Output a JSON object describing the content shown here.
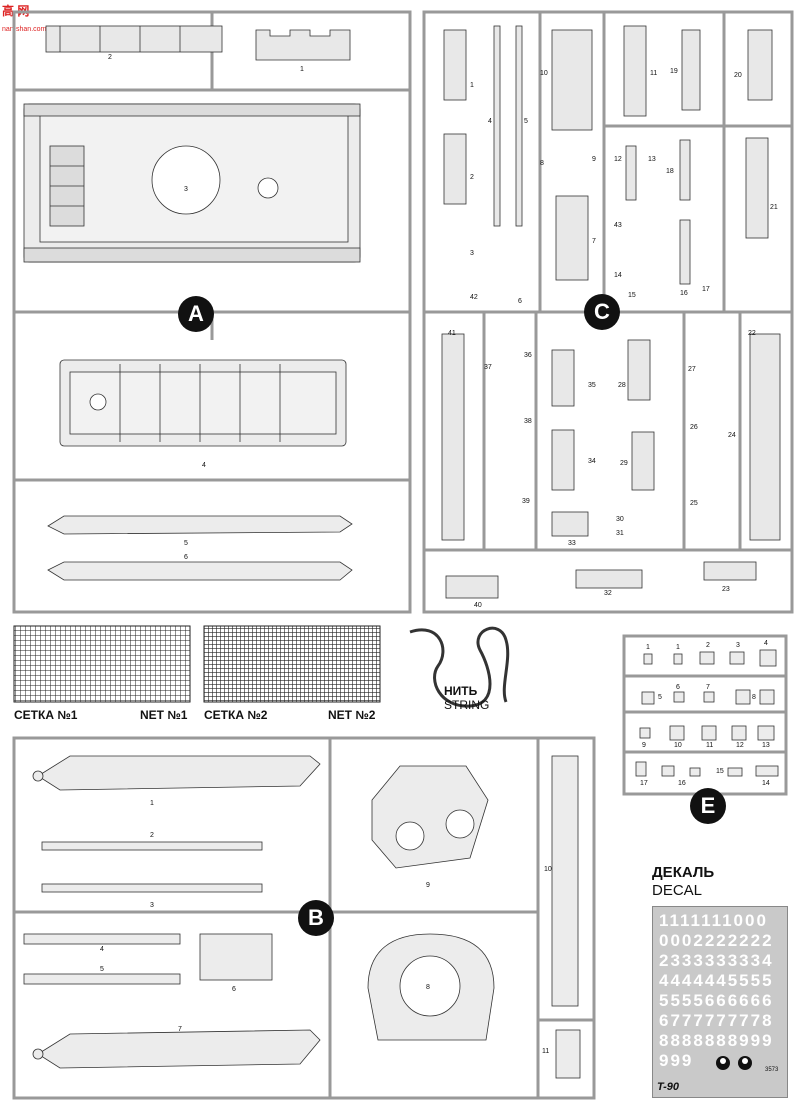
{
  "watermark": {
    "logo": "高 网",
    "url": "nan-shan.com"
  },
  "sprue_letters": {
    "a": "A",
    "b": "B",
    "c": "C",
    "e": "E"
  },
  "nets": {
    "net1_ru": "СЕТКА №1",
    "net1_en": "NET №1",
    "net2_ru": "СЕТКА №2",
    "net2_en": "NET №2"
  },
  "string": {
    "ru": "НИТЬ",
    "en": "STRING"
  },
  "decal": {
    "title_ru": "ДЕКАЛЬ",
    "title_en": "DECAL",
    "rows": [
      "1111111000",
      "0002222222",
      "2333333334",
      "4444445555",
      "5555666666",
      "6777777778",
      "8888888999",
      "999"
    ],
    "model": "T-90",
    "code": "3573"
  },
  "sprue_a_labels": [
    "1",
    "2",
    "3",
    "4",
    "5",
    "6"
  ],
  "sprue_b_labels": [
    "1",
    "2",
    "3",
    "4",
    "5",
    "6",
    "7",
    "8",
    "9",
    "10",
    "11"
  ],
  "sprue_c_labels": [
    "1",
    "2",
    "3",
    "4",
    "5",
    "6",
    "7",
    "8",
    "9",
    "10",
    "11",
    "12",
    "13",
    "14",
    "15",
    "16",
    "17",
    "18",
    "19",
    "20",
    "21",
    "22",
    "23",
    "24",
    "25",
    "26",
    "27",
    "28",
    "29",
    "30",
    "31",
    "32",
    "33",
    "34",
    "35",
    "36",
    "37",
    "38",
    "39",
    "40",
    "41",
    "42",
    "43"
  ],
  "sprue_e_labels": [
    "1",
    "1",
    "2",
    "3",
    "4",
    "5",
    "6",
    "7",
    "8",
    "9",
    "10",
    "11",
    "12",
    "13",
    "14",
    "15",
    "16",
    "17"
  ]
}
